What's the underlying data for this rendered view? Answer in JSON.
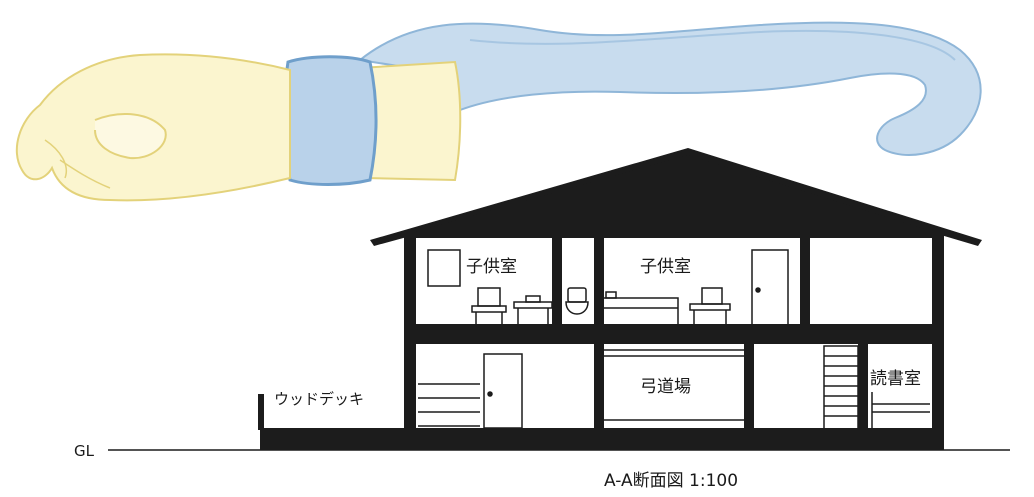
{
  "labels": {
    "child_room_left": "子供室",
    "child_room_right": "子供室",
    "kyudojo": "弓道場",
    "reading_room": "読書室",
    "wood_deck": "ウッドデッキ",
    "ground_line": "GL",
    "caption": "A-A断面図 1:100"
  },
  "colors": {
    "structure": "#1c1c1c",
    "sleeve_blue": "#8fb6d8",
    "sleeve_blue_light": "#c8dcee",
    "hand_yellow": "#fbf5cf",
    "hand_outline": "#e8d870"
  }
}
